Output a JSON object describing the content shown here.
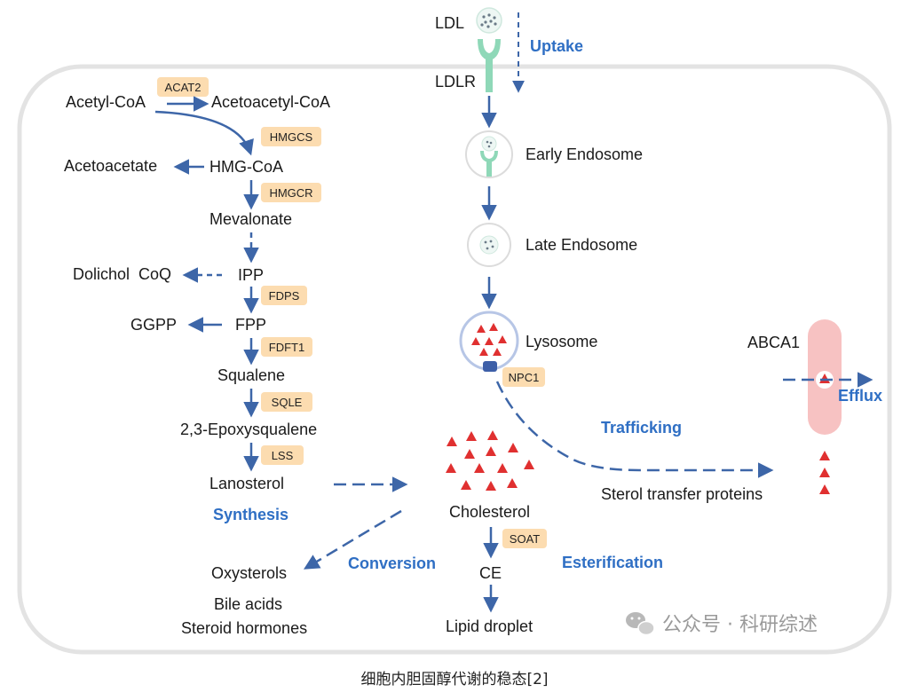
{
  "pathway": {
    "acetyl_coa": "Acetyl-CoA",
    "acetoacetyl_coa": "Acetoacetyl-CoA",
    "acetoacetate": "Acetoacetate",
    "hmg_coa": "HMG-CoA",
    "mevalonate": "Mevalonate",
    "dolichol_coq": "Dolichol  CoQ",
    "ipp": "IPP",
    "ggpp": "GGPP",
    "fpp": "FPP",
    "squalene": "Squalene",
    "epoxysqualene": "2,3-Epoxysqualene",
    "lanosterol": "Lanosterol"
  },
  "enzymes": {
    "acat2": "ACAT2",
    "hmgcs": "HMGCS",
    "hmgcr": "HMGCR",
    "fdps": "FDPS",
    "fdft1": "FDFT1",
    "sqle": "SQLE",
    "lss": "LSS",
    "npc1": "NPC1",
    "soat": "SOAT"
  },
  "uptake": {
    "ldl": "LDL",
    "ldlr": "LDLR",
    "early_endosome": "Early Endosome",
    "late_endosome": "Late Endosome",
    "lysosome": "Lysosome"
  },
  "right": {
    "abca1": "ABCA1",
    "sterol_transfer": "Sterol transfer proteins"
  },
  "center": {
    "cholesterol": "Cholesterol",
    "ce": "CE",
    "lipid_droplet": "Lipid droplet"
  },
  "products": {
    "oxysterols": "Oxysterols",
    "bile_acids": "Bile acids",
    "steroid_hormones": "Steroid hormones"
  },
  "processes": {
    "uptake": "Uptake",
    "synthesis": "Synthesis",
    "conversion": "Conversion",
    "trafficking": "Trafficking",
    "esterification": "Esterification",
    "efflux": "Efflux"
  },
  "watermark": "公众号 · 科研综述",
  "caption": "细胞内胆固醇代谢的稳态[2]",
  "colors": {
    "arrow": "#3d66a8",
    "enzyme_box": "#fcdcb0",
    "process_text": "#2f6fc4",
    "triangle": "#e03030",
    "receptor": "#8fd8b8",
    "abca1_bar": "#f7c2c2",
    "cell_border": "#e3e3e3"
  }
}
